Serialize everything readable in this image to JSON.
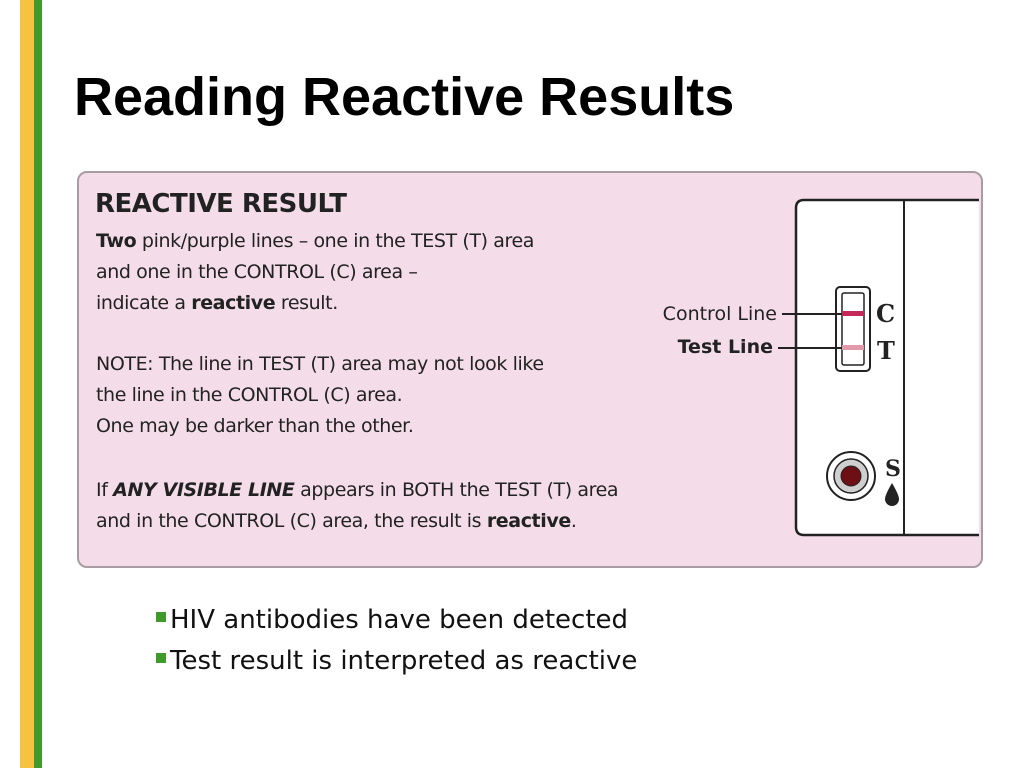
{
  "slide": {
    "title": "Reading Reactive Results",
    "colors": {
      "stripe_yellow": "#f5c242",
      "stripe_green": "#3f9a2b",
      "card_background": "#f4dde8"
    }
  },
  "card": {
    "heading": "REACTIVE RESULT",
    "p1": {
      "bold_start": "Two",
      "line1_rest": " pink/purple lines – one in the TEST (T) area",
      "line2": "and one in the CONTROL (C) area –",
      "line3_start": "indicate a ",
      "line3_bold": "reactive",
      "line3_end": " result."
    },
    "p2": {
      "line1": "NOTE: The line in TEST (T) area may not look like",
      "line2": "the line in the CONTROL (C) area.",
      "line3": "One may be darker than the other."
    },
    "p3": {
      "line1_start": "If ",
      "line1_bolditalic": "ANY VISIBLE LINE",
      "line1_end": " appears in BOTH the TEST (T) area",
      "line2_start": "and in the CONTROL (C) area, the result is ",
      "line2_bold": "reactive",
      "line2_end": "."
    }
  },
  "diagram": {
    "control_label": "Control Line",
    "test_label": "Test Line",
    "c_letter": "C",
    "t_letter": "T",
    "s_letter": "S",
    "icons": [
      "test-cassette-icon",
      "sample-well-icon",
      "blood-drop-icon"
    ],
    "colors": {
      "control_line": "#c4285a",
      "test_line": "#e29aaa",
      "sample_dot": "#6e0f15"
    }
  },
  "bullets": [
    "HIV antibodies have been detected",
    "Test result is interpreted as reactive"
  ]
}
